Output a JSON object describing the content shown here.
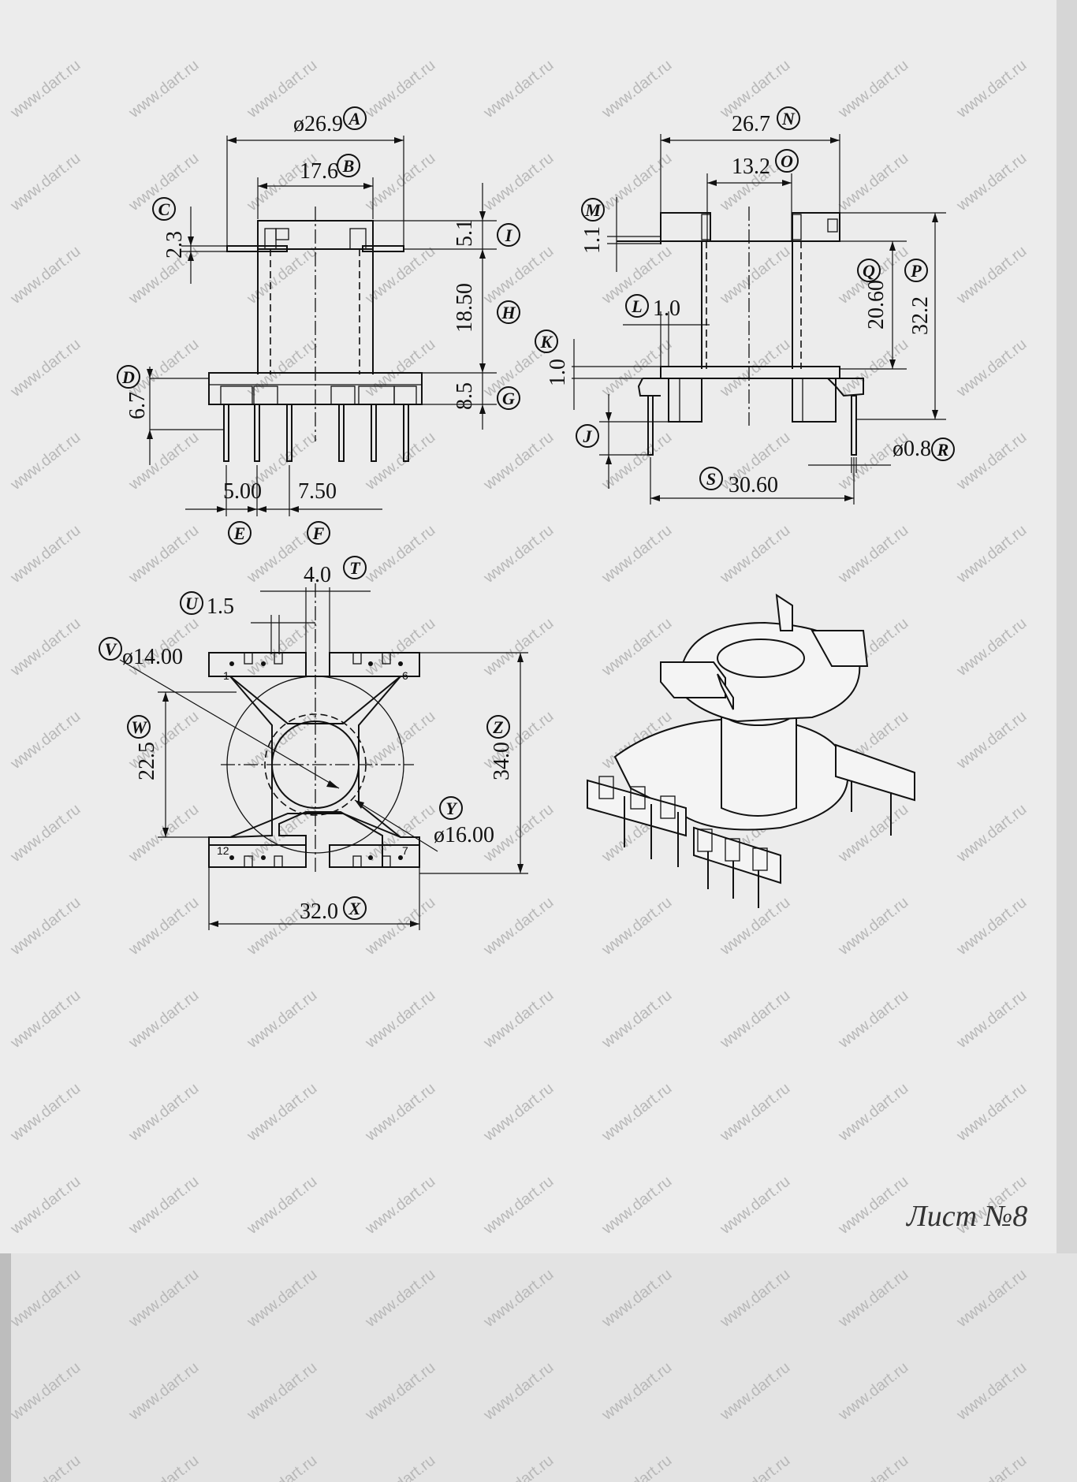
{
  "watermark": "www.dart.ru",
  "handwritten_note": "Лист №8",
  "dimensions": {
    "A": "ø26.9",
    "B": "17.6",
    "C": "2.3",
    "D": "6.7",
    "E": "5.00",
    "F": "7.50",
    "G": "8.5",
    "H": "18.50",
    "I": "5.1",
    "N": "26.7",
    "O": "13.2",
    "M": "1.1",
    "L": "1.0",
    "K": "1.0",
    "Q": "20.60",
    "P": "32.2",
    "R": "ø0.8",
    "S": "30.60",
    "J": "",
    "T": "4.0",
    "U": "1.5",
    "V": "ø14.00",
    "W": "22.5",
    "Z": "34.0",
    "Y": "ø16.00",
    "X": "32.0"
  },
  "labels": [
    "A",
    "B",
    "C",
    "D",
    "E",
    "F",
    "G",
    "H",
    "I",
    "J",
    "K",
    "L",
    "M",
    "N",
    "O",
    "P",
    "Q",
    "R",
    "S",
    "T",
    "U",
    "V",
    "W",
    "X",
    "Y",
    "Z"
  ],
  "pin_numbers": {
    "p1": "1",
    "p6": "6",
    "p12": "12",
    "p7": "7"
  },
  "colors": {
    "paper": "#ececec",
    "ink": "#111111",
    "watermark": "#b8b8b8"
  }
}
